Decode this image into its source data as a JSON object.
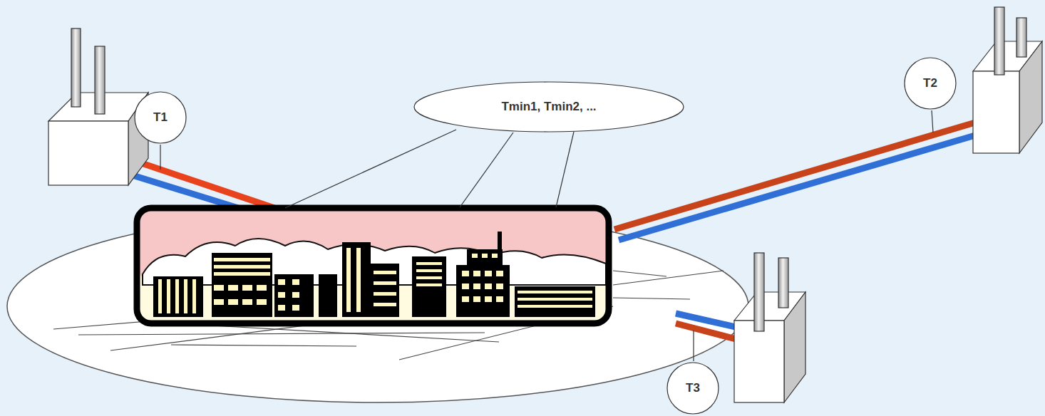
{
  "diagram": {
    "nodes": [
      {
        "text": [
          "T1"
        ]
      },
      {
        "text": [
          "Tmin1, Tmin2, ..."
        ]
      },
      {
        "text": [
          "T2"
        ]
      },
      {
        "text": [
          "T3"
        ]
      }
    ]
  }
}
